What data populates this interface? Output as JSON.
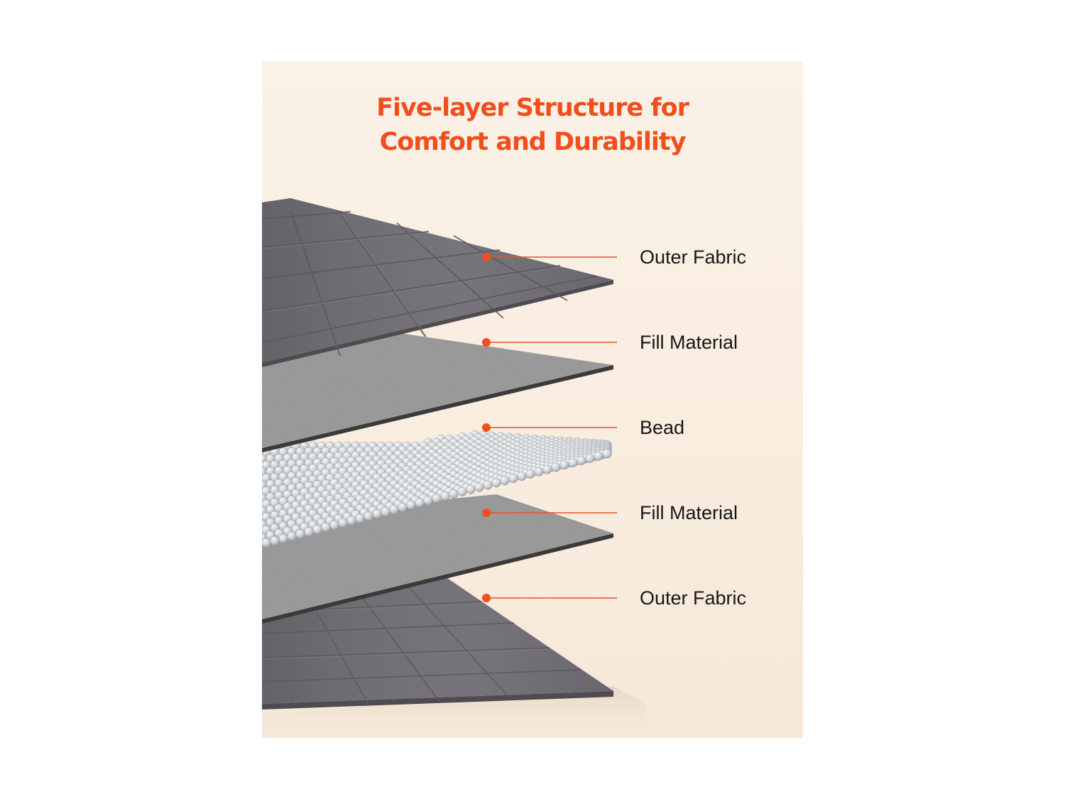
{
  "title": {
    "line1": "Five-layer Structure for",
    "line2": "Comfort and Durability"
  },
  "layers": [
    {
      "label": "Outer Fabric",
      "kind": "quilted-fabric"
    },
    {
      "label": "Fill Material",
      "kind": "fill"
    },
    {
      "label": "Bead",
      "kind": "beads"
    },
    {
      "label": "Fill Material",
      "kind": "fill"
    },
    {
      "label": "Outer Fabric",
      "kind": "quilted-fabric"
    }
  ],
  "colors": {
    "accent": "#f04e1c",
    "background": "#fbf1e6",
    "fabric": "#6f6d73",
    "fill": "#8e8e8e",
    "bead": "#c9ced2",
    "label_text": "#161616"
  }
}
